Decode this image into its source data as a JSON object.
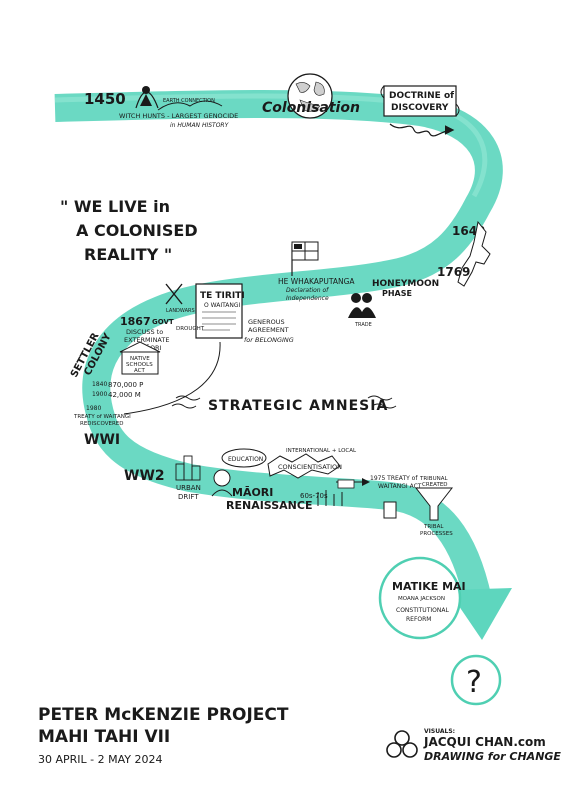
{
  "colors": {
    "river": "#5ed6be",
    "river_dark": "#3fb9a1",
    "ink": "#1a1a1a",
    "accent_circle": "#4fcfb2"
  },
  "timeline": {
    "year_1450": "1450",
    "witch_hunts": "WITCH HUNTS - LARGEST GENOCIDE",
    "witch_hunts_2": "in HUMAN HISTORY",
    "earth_connection": "EARTH CONNECTION",
    "colonisation": "Colonisation",
    "doctrine_1": "DOCTRINE of",
    "doctrine_2": "DISCOVERY",
    "year_1642": "1642",
    "year_1769": "1769",
    "he_whakaputanga": "HE WHAKAPUTANGA",
    "declaration_1": "Declaration of",
    "declaration_2": "Independence",
    "honeymoon_1": "HONEYMOON",
    "honeymoon_2": "PHASE",
    "trade": "TRADE",
    "te_tiriti_1": "TE TIRITI",
    "te_tiriti_2": "O WAITANGI",
    "generous_1": "GENEROUS",
    "generous_2": "AGREEMENT",
    "generous_3": "for BELONGING",
    "landwars": "LANDWARS",
    "year_1867": "1867",
    "govt": "GOVT",
    "discuss_1": "DISCUSS to",
    "discuss_2": "EXTERMINATE",
    "discuss_3": "MĀORI",
    "drought": "DROUGHT",
    "settler_1": "SETTLER",
    "settler_2": "COLONY",
    "native_schools_1": "NATIVE",
    "native_schools_2": "SCHOOLS",
    "native_schools_3": "ACT",
    "pop_1_year": "1840",
    "pop_1_value": "870,000 P",
    "pop_2_year": "1900",
    "pop_2_value": "42,000 M",
    "rediscovered_1": "1980",
    "rediscovered_2": "TREATY of WAITANGI",
    "rediscovered_3": "REDISCOVERED",
    "wwi": "WWI",
    "strategic_amnesia": "STRATEGIC AMNESIA",
    "ww2": "WW2",
    "urban_1": "URBAN",
    "urban_2": "DRIFT",
    "education": "EDUCATION",
    "international_1": "INTERNATIONAL + LOCAL",
    "conscientisation": "CONSCIENTISATION",
    "maori_1": "MĀORI",
    "maori_2": "RENAISSANCE",
    "decades": "60s-70s",
    "treaty_act_1": "1975 TREATY of",
    "treaty_act_2": "WAITANGI ACT",
    "tribunal_1": "TRIBUNAL",
    "tribunal_2": "CREATED",
    "tribal_1": "TRIBAL",
    "tribal_2": "PROCESSES",
    "matike_1": "MATIKE MAI",
    "matike_2": "MOANA JACKSON",
    "matike_3": "CONSTITUTIONAL",
    "matike_4": "REFORM",
    "question": "?"
  },
  "quote": {
    "line1": "\" WE LIVE in",
    "line2": "A COLONISED",
    "line3": "REALITY \""
  },
  "footer": {
    "title_1": "PETER McKENZIE PROJECT",
    "title_2": "MAHI TAHI VII",
    "dates": "30 APRIL - 2 MAY 2024",
    "visuals": "VISUALS:",
    "artist": "JACQUI CHAN.com",
    "studio": "DRAWING for CHANGE"
  }
}
